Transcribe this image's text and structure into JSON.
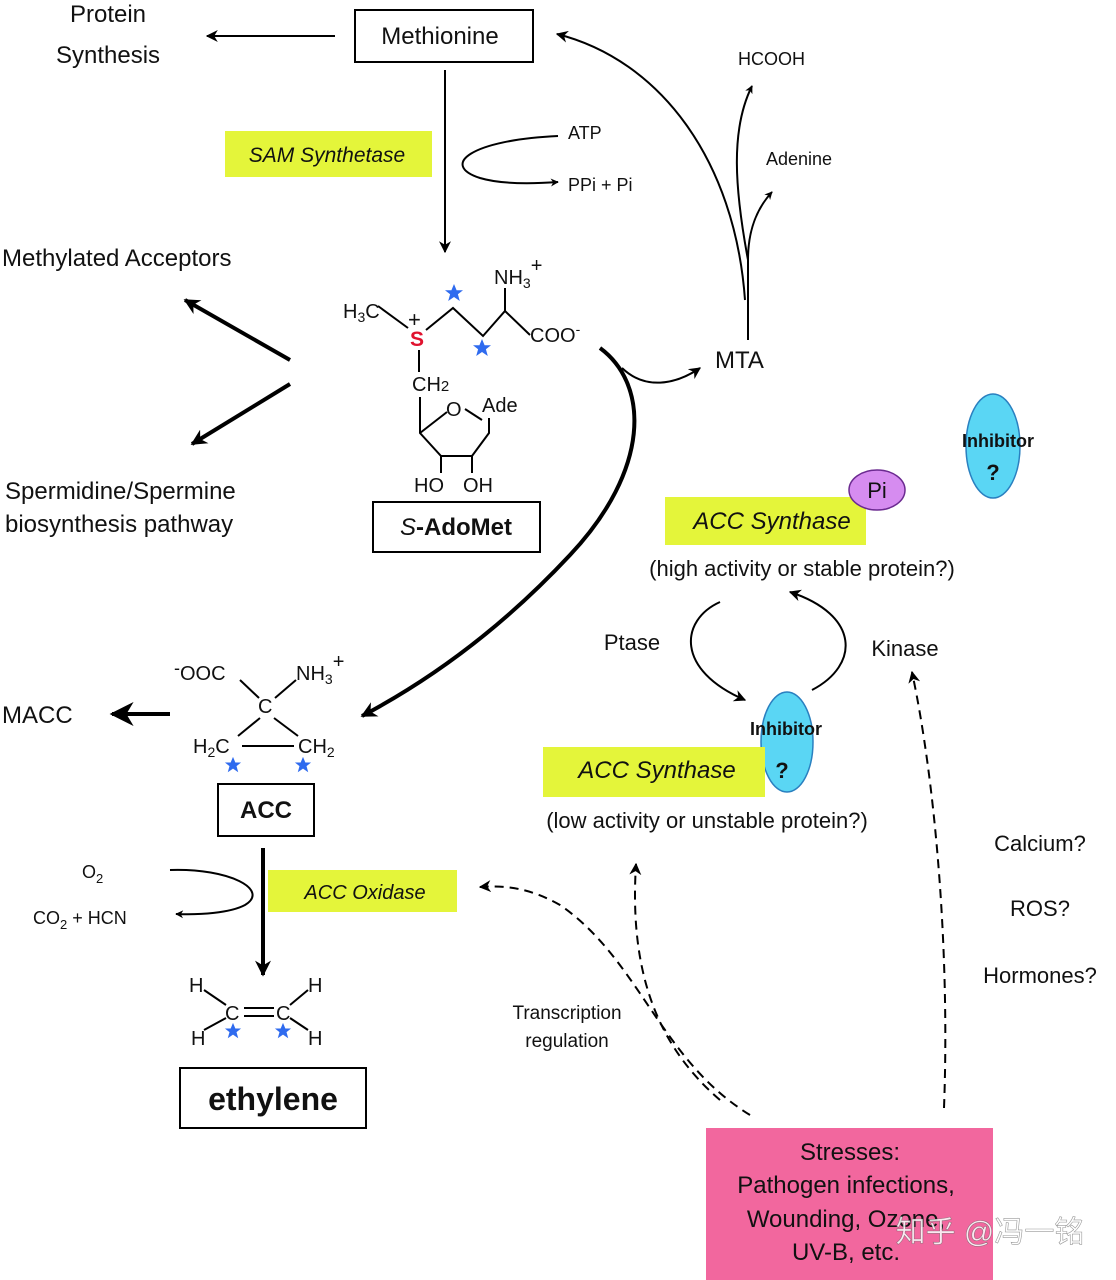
{
  "labels": {
    "protein": "Protein",
    "synthesis": "Synthesis",
    "methionine": "Methionine",
    "sam_synthetase": "SAM Synthetase",
    "atp": "ATP",
    "ppi_pi": "PPi + Pi",
    "hcooh": "HCOOH",
    "adenine": "Adenine",
    "mta": "MTA",
    "methylated_acceptors": "Methylated Acceptors",
    "spermidine_1": "Spermidine/Spermine",
    "spermidine_2": "biosynthesis pathway",
    "sadomet_s": "S",
    "sadomet_rest": "-AdoMet",
    "inhibitor": "Inhibitor",
    "question": "?",
    "pi": "Pi",
    "acc_synthase": "ACC Synthase",
    "high_activity": "(high activity or stable protein?)",
    "ptase": "Ptase",
    "kinase": "Kinase",
    "low_activity": "(low activity or unstable protein?)",
    "macc": "MACC",
    "acc": "ACC",
    "acc_oxidase": "ACC Oxidase",
    "o2": "O",
    "co2_hcn": "CO",
    "co2_hcn_rest": " + HCN",
    "ethylene": "ethylene",
    "transcription_1": "Transcription",
    "transcription_2": "regulation",
    "calcium": "Calcium?",
    "ros": "ROS?",
    "hormones": "Hormones?",
    "stresses": [
      "Stresses:",
      "Pathogen infections,",
      "Wounding, Ozone,",
      "UV-B, etc."
    ],
    "watermark": "知乎 @冯一铭"
  },
  "chem": {
    "h3c": "H",
    "sub3": "3",
    "c": "C",
    "s": "S",
    "plus": "+",
    "minus": "-",
    "nh": "NH",
    "coo": "COO",
    "ch": "CH",
    "sub2": "2",
    "o": "O",
    "ade": "Ade",
    "ho": "HO",
    "oh": "OH",
    "ooc": "OOC",
    "h2c": "H",
    "h": "H"
  },
  "colors": {
    "enzyme_box": "#e4f53a",
    "stress_box": "#f2679e",
    "inhibitor": "#5ad6f4",
    "pi": "#d68cf0",
    "sulfur": "#e0122e",
    "star": "#2f6bef"
  }
}
